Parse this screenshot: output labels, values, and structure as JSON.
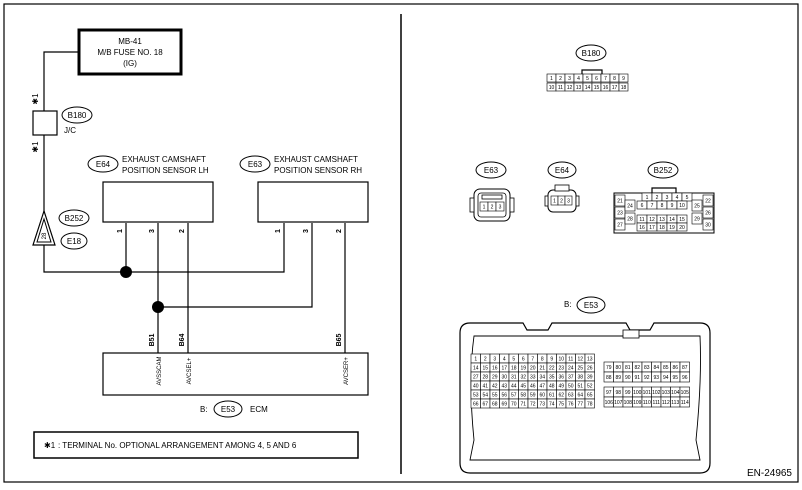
{
  "fuse": {
    "code": "MB-41",
    "name": "M/B FUSE NO. 18",
    "type": "(IG)"
  },
  "note_marker": "✱1",
  "jc": {
    "conn": "B180",
    "label": "J/C"
  },
  "ground_conn": {
    "a": "B252",
    "b": "E18",
    "pin": "28"
  },
  "sensor_lh": {
    "conn": "E64",
    "line1": "EXHAUST CAMSHAFT",
    "line2": "POSITION SENSOR LH",
    "pins": [
      "1",
      "3",
      "2"
    ]
  },
  "sensor_rh": {
    "conn": "E63",
    "line1": "EXHAUST CAMSHAFT",
    "line2": "POSITION SENSOR RH",
    "pins": [
      "1",
      "3",
      "2"
    ]
  },
  "ecm": {
    "prefix": "B:",
    "conn": "E53",
    "label": "ECM",
    "terminals": [
      {
        "pin": "B51",
        "signal": "AVSSCAM"
      },
      {
        "pin": "B64",
        "signal": "AVCSEL+"
      },
      {
        "pin": "B65",
        "signal": "AVCSER+"
      }
    ]
  },
  "note": {
    "marker": "✱1",
    "text": ": TERMINAL No. OPTIONAL ARRANGEMENT AMONG 4, 5 AND 6"
  },
  "connectors": {
    "b180": {
      "label": "B180",
      "row1": [
        "1",
        "2",
        "3",
        "4",
        "5",
        "6",
        "7",
        "8",
        "9"
      ],
      "row2": [
        "10",
        "11",
        "12",
        "13",
        "14",
        "15",
        "16",
        "17",
        "18"
      ]
    },
    "e63": {
      "label": "E63",
      "pins": [
        "1",
        "2",
        "3"
      ]
    },
    "e64": {
      "label": "E64",
      "pins": [
        "1",
        "2",
        "3"
      ]
    },
    "b252": {
      "label": "B252",
      "top": [
        "1",
        "2",
        "3",
        "4",
        "5"
      ],
      "mid": [
        "6",
        "7",
        "8",
        "9",
        "10"
      ],
      "row3": [
        "11",
        "12",
        "13",
        "14",
        "15"
      ],
      "row4": [
        "16",
        "17",
        "18",
        "19",
        "20"
      ],
      "left": [
        "21",
        "23",
        "27"
      ],
      "left2": [
        "24",
        "28"
      ],
      "right": [
        "22",
        "26",
        "30"
      ],
      "right2": [
        "25",
        "29"
      ]
    },
    "e53": {
      "prefix": "B:",
      "label": "E53",
      "a_rows": [
        [
          "1",
          "2",
          "3",
          "4",
          "5",
          "6",
          "7",
          "8",
          "9",
          "10",
          "11",
          "12",
          "13"
        ],
        [
          "14",
          "15",
          "16",
          "17",
          "18",
          "19",
          "20",
          "21",
          "22",
          "23",
          "24",
          "25",
          "26"
        ],
        [
          "27",
          "28",
          "29",
          "30",
          "31",
          "32",
          "33",
          "34",
          "35",
          "36",
          "37",
          "38",
          "39"
        ],
        [
          "40",
          "41",
          "42",
          "43",
          "44",
          "45",
          "46",
          "47",
          "48",
          "49",
          "50",
          "51",
          "52"
        ],
        [
          "53",
          "54",
          "55",
          "56",
          "57",
          "58",
          "59",
          "60",
          "61",
          "62",
          "63",
          "64",
          "65"
        ],
        [
          "66",
          "67",
          "68",
          "69",
          "70",
          "71",
          "72",
          "73",
          "74",
          "75",
          "76",
          "77",
          "78"
        ]
      ],
      "b_rows": [
        [
          "79",
          "80",
          "81",
          "82",
          "83",
          "84",
          "85",
          "86",
          "87"
        ],
        [
          "88",
          "89",
          "90",
          "91",
          "92",
          "93",
          "94",
          "95",
          "96"
        ]
      ],
      "c_rows": [
        [
          "97",
          "98",
          "99",
          "100",
          "101",
          "102",
          "103",
          "104",
          "105"
        ],
        [
          "106",
          "107",
          "108",
          "109",
          "110",
          "111",
          "112",
          "113",
          "114"
        ]
      ]
    }
  },
  "figure_id": "EN-24965"
}
